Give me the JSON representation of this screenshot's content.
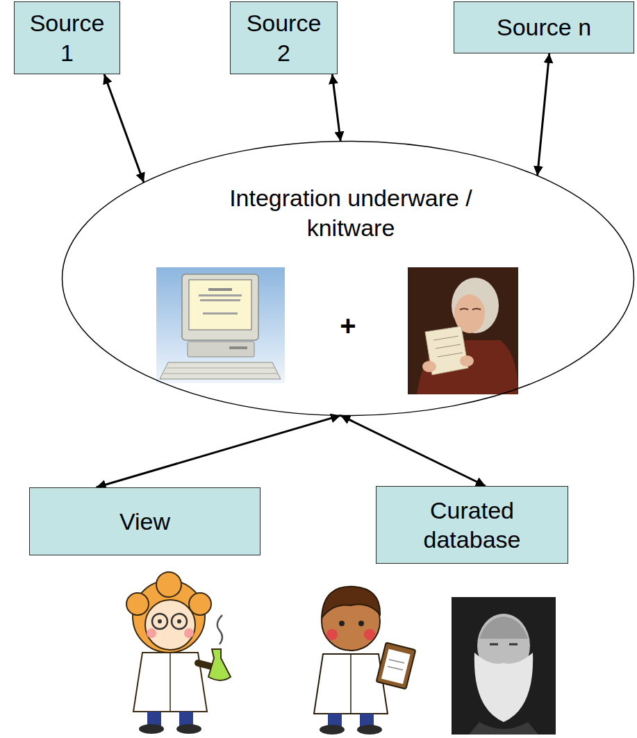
{
  "diagram": {
    "nodes": [
      {
        "text": [
          "Source 1"
        ]
      },
      {
        "text": [
          "Source 2"
        ]
      },
      {
        "text": [
          "Source n"
        ]
      },
      {
        "text": [
          "Integration underware / knitware",
          "+"
        ]
      },
      {
        "text": [
          "View"
        ]
      },
      {
        "text": [
          "Curated database"
        ]
      }
    ],
    "edges": [
      {
        "from": 0,
        "to": 3,
        "arrow": "both"
      },
      {
        "from": 1,
        "to": 3,
        "arrow": "both"
      },
      {
        "from": 2,
        "to": 3,
        "arrow": "both"
      },
      {
        "from": 3,
        "to": 4,
        "arrow": "both"
      },
      {
        "from": 3,
        "to": 5,
        "arrow": "both"
      }
    ]
  }
}
